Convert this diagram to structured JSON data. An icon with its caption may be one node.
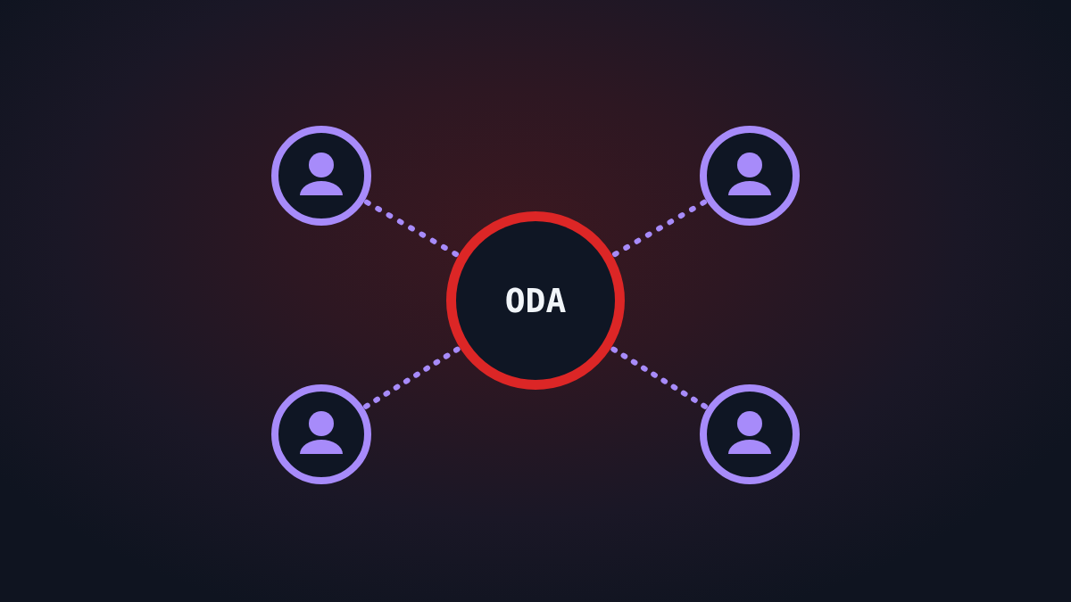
{
  "diagram": {
    "nodes": [
      {
        "text": [],
        "shape": "person"
      },
      {
        "text": [],
        "shape": "person"
      },
      {
        "text": [
          "ODA"
        ]
      },
      {
        "text": [],
        "shape": "person"
      },
      {
        "text": [],
        "shape": "person"
      }
    ],
    "edges": [
      {
        "from": 2,
        "to": 0,
        "arrow": "none",
        "style": "dashed"
      },
      {
        "from": 2,
        "to": 1,
        "arrow": "none",
        "style": "dashed"
      },
      {
        "from": 2,
        "to": 3,
        "arrow": "none",
        "style": "dashed"
      },
      {
        "from": 2,
        "to": 4,
        "arrow": "none",
        "style": "dashed"
      }
    ]
  }
}
